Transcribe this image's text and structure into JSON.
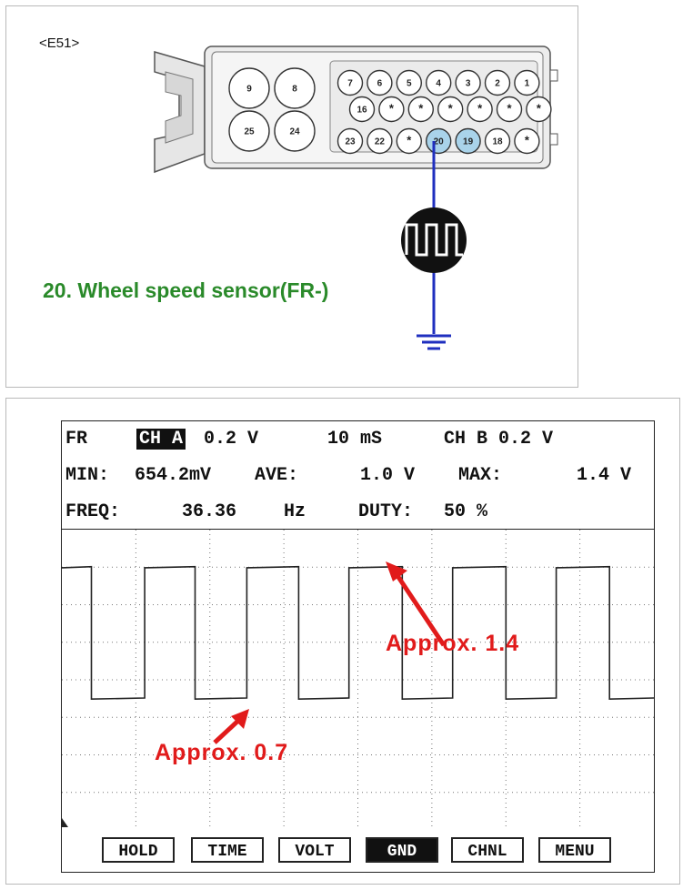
{
  "diagram": {
    "connector_id": "<E51>",
    "sensor_caption": "20. Wheel speed sensor(FR-)",
    "pins_large": [
      "9",
      "8",
      "25",
      "24"
    ],
    "pins_row1": [
      "7",
      "6",
      "5",
      "4",
      "3",
      "2",
      "1"
    ],
    "pins_row2": [
      "16",
      "*",
      "*",
      "*",
      "*",
      "*",
      "*"
    ],
    "pins_row3": [
      "23",
      "22",
      "*",
      "20",
      "19",
      "18",
      "*"
    ],
    "highlight_pins": [
      "20",
      "19"
    ],
    "highlight_color": "#a9d3ea",
    "wire_color": "#1f2fbf",
    "caption_color": "#2a8a2a",
    "icons": [
      "connector-housing-icon",
      "square-wave-signal-icon",
      "ground-symbol-icon"
    ]
  },
  "scope": {
    "header": {
      "fr": "FR",
      "ch_a": "CH A",
      "ch_a_scale": "0.2 V",
      "timebase": "10 mS",
      "ch_b": "CH B 0.2 V",
      "min_label": "MIN:",
      "min_value": "654.2mV",
      "ave_label": "AVE:",
      "ave_value": "1.0 V",
      "max_label": "MAX:",
      "max_value": "1.4 V",
      "freq_label": "FREQ:",
      "freq_value": "36.36",
      "freq_unit": "Hz",
      "duty_label": "DUTY:",
      "duty_value": "50 %"
    },
    "buttons": [
      {
        "label": "HOLD",
        "active": false
      },
      {
        "label": "TIME",
        "active": false
      },
      {
        "label": "VOLT",
        "active": false
      },
      {
        "label": "GND",
        "active": true
      },
      {
        "label": "CHNL",
        "active": false
      },
      {
        "label": "MENU",
        "active": false
      }
    ],
    "annotations": {
      "high": "Approx. 1.4",
      "low": "Approx. 0.7"
    },
    "annotation_color": "#e11b1b"
  },
  "chart_data": {
    "type": "line",
    "title": "",
    "xlabel": "",
    "ylabel": "",
    "units": {
      "y": "V",
      "x": "mS"
    },
    "volts_per_div": 0.2,
    "ms_per_div": 10,
    "ylim": [
      0.0,
      1.6
    ],
    "xlim": [
      0,
      80
    ],
    "grid": true,
    "series": [
      {
        "values_description_free": true,
        "x": [
          0,
          4.0,
          4.0,
          11.2,
          11.2,
          18.0,
          18.0,
          25.0,
          25.0,
          32.0,
          32.0,
          38.8,
          38.8,
          46.0,
          46.0,
          52.8,
          52.8,
          60.0,
          60.0,
          66.8,
          66.8,
          74.0,
          74.0,
          80
        ],
        "y": [
          1.4,
          1.4,
          0.7,
          0.7,
          1.4,
          1.4,
          0.7,
          0.7,
          1.4,
          1.4,
          0.7,
          0.7,
          1.4,
          1.4,
          0.7,
          0.7,
          1.4,
          1.4,
          0.7,
          0.7,
          1.4,
          1.4,
          0.7,
          0.7
        ]
      }
    ]
  }
}
